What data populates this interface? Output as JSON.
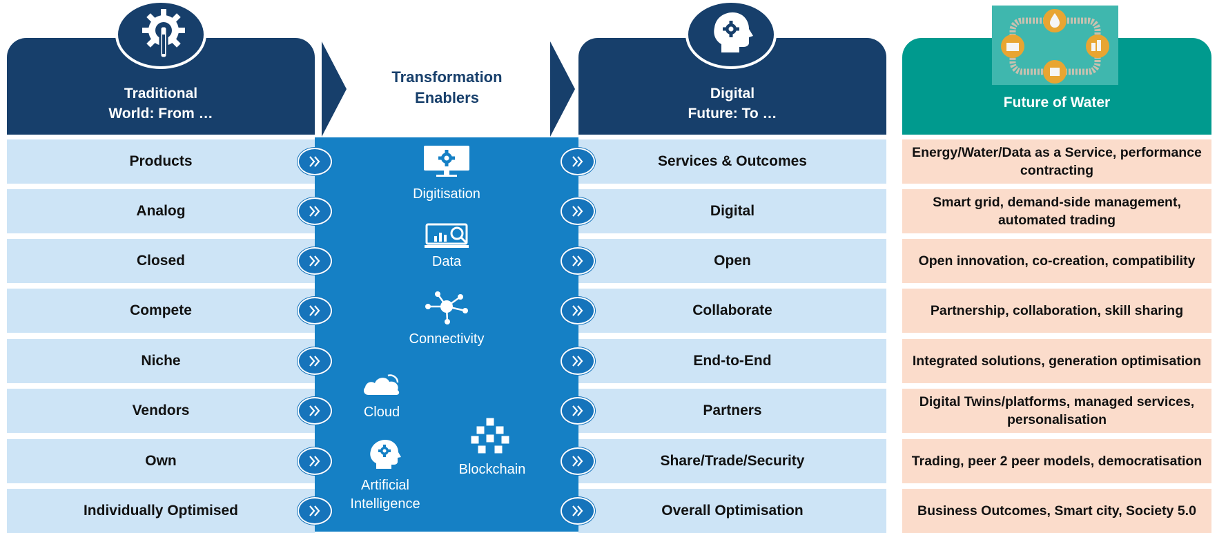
{
  "columns": {
    "traditional": {
      "title": "Traditional\nWorld:  From …"
    },
    "enablers": {
      "title": "Transformation\nEnablers"
    },
    "digital": {
      "title": "Digital\nFuture:  To …"
    },
    "water": {
      "title": "Future of Water"
    }
  },
  "rows": [
    {
      "from": "Products",
      "to": "Services & Outcomes",
      "water": "Energy/Water/Data as a Service, performance contracting"
    },
    {
      "from": "Analog",
      "to": "Digital",
      "water": "Smart grid, demand-side management, automated trading"
    },
    {
      "from": "Closed",
      "to": "Open",
      "water": "Open innovation, co-creation, compatibility"
    },
    {
      "from": "Compete",
      "to": "Collaborate",
      "water": "Partnership, collaboration, skill sharing"
    },
    {
      "from": "Niche",
      "to": "End-to-End",
      "water": "Integrated solutions, generation optimisation"
    },
    {
      "from": "Vendors",
      "to": "Partners",
      "water": "Digital Twins/platforms, managed services, personalisation"
    },
    {
      "from": "Own",
      "to": "Share/Trade/Security",
      "water": "Trading, peer 2 peer models, democratisation"
    },
    {
      "from": "Individually Optimised",
      "to": "Overall Optimisation",
      "water": "Business Outcomes, Smart city, Society 5.0"
    }
  ],
  "enablers": [
    {
      "label": "Digitisation",
      "icon": "monitor-gear-icon"
    },
    {
      "label": "Data",
      "icon": "data-chart-icon"
    },
    {
      "label": "Connectivity",
      "icon": "network-nodes-icon"
    },
    {
      "label": "Cloud",
      "icon": "cloud-icon"
    },
    {
      "label": "Blockchain",
      "icon": "blockchain-cubes-icon"
    },
    {
      "label": "Artificial\nIntelligence",
      "icon": "head-gear-icon"
    }
  ],
  "colors": {
    "header_navy": "#173f6b",
    "water_teal": "#009a8e",
    "row_light_blue": "#cde4f6",
    "enabler_blue": "#1580c5",
    "water_row_peach": "#fbdccb",
    "arrow_blue": "#1674bb"
  }
}
